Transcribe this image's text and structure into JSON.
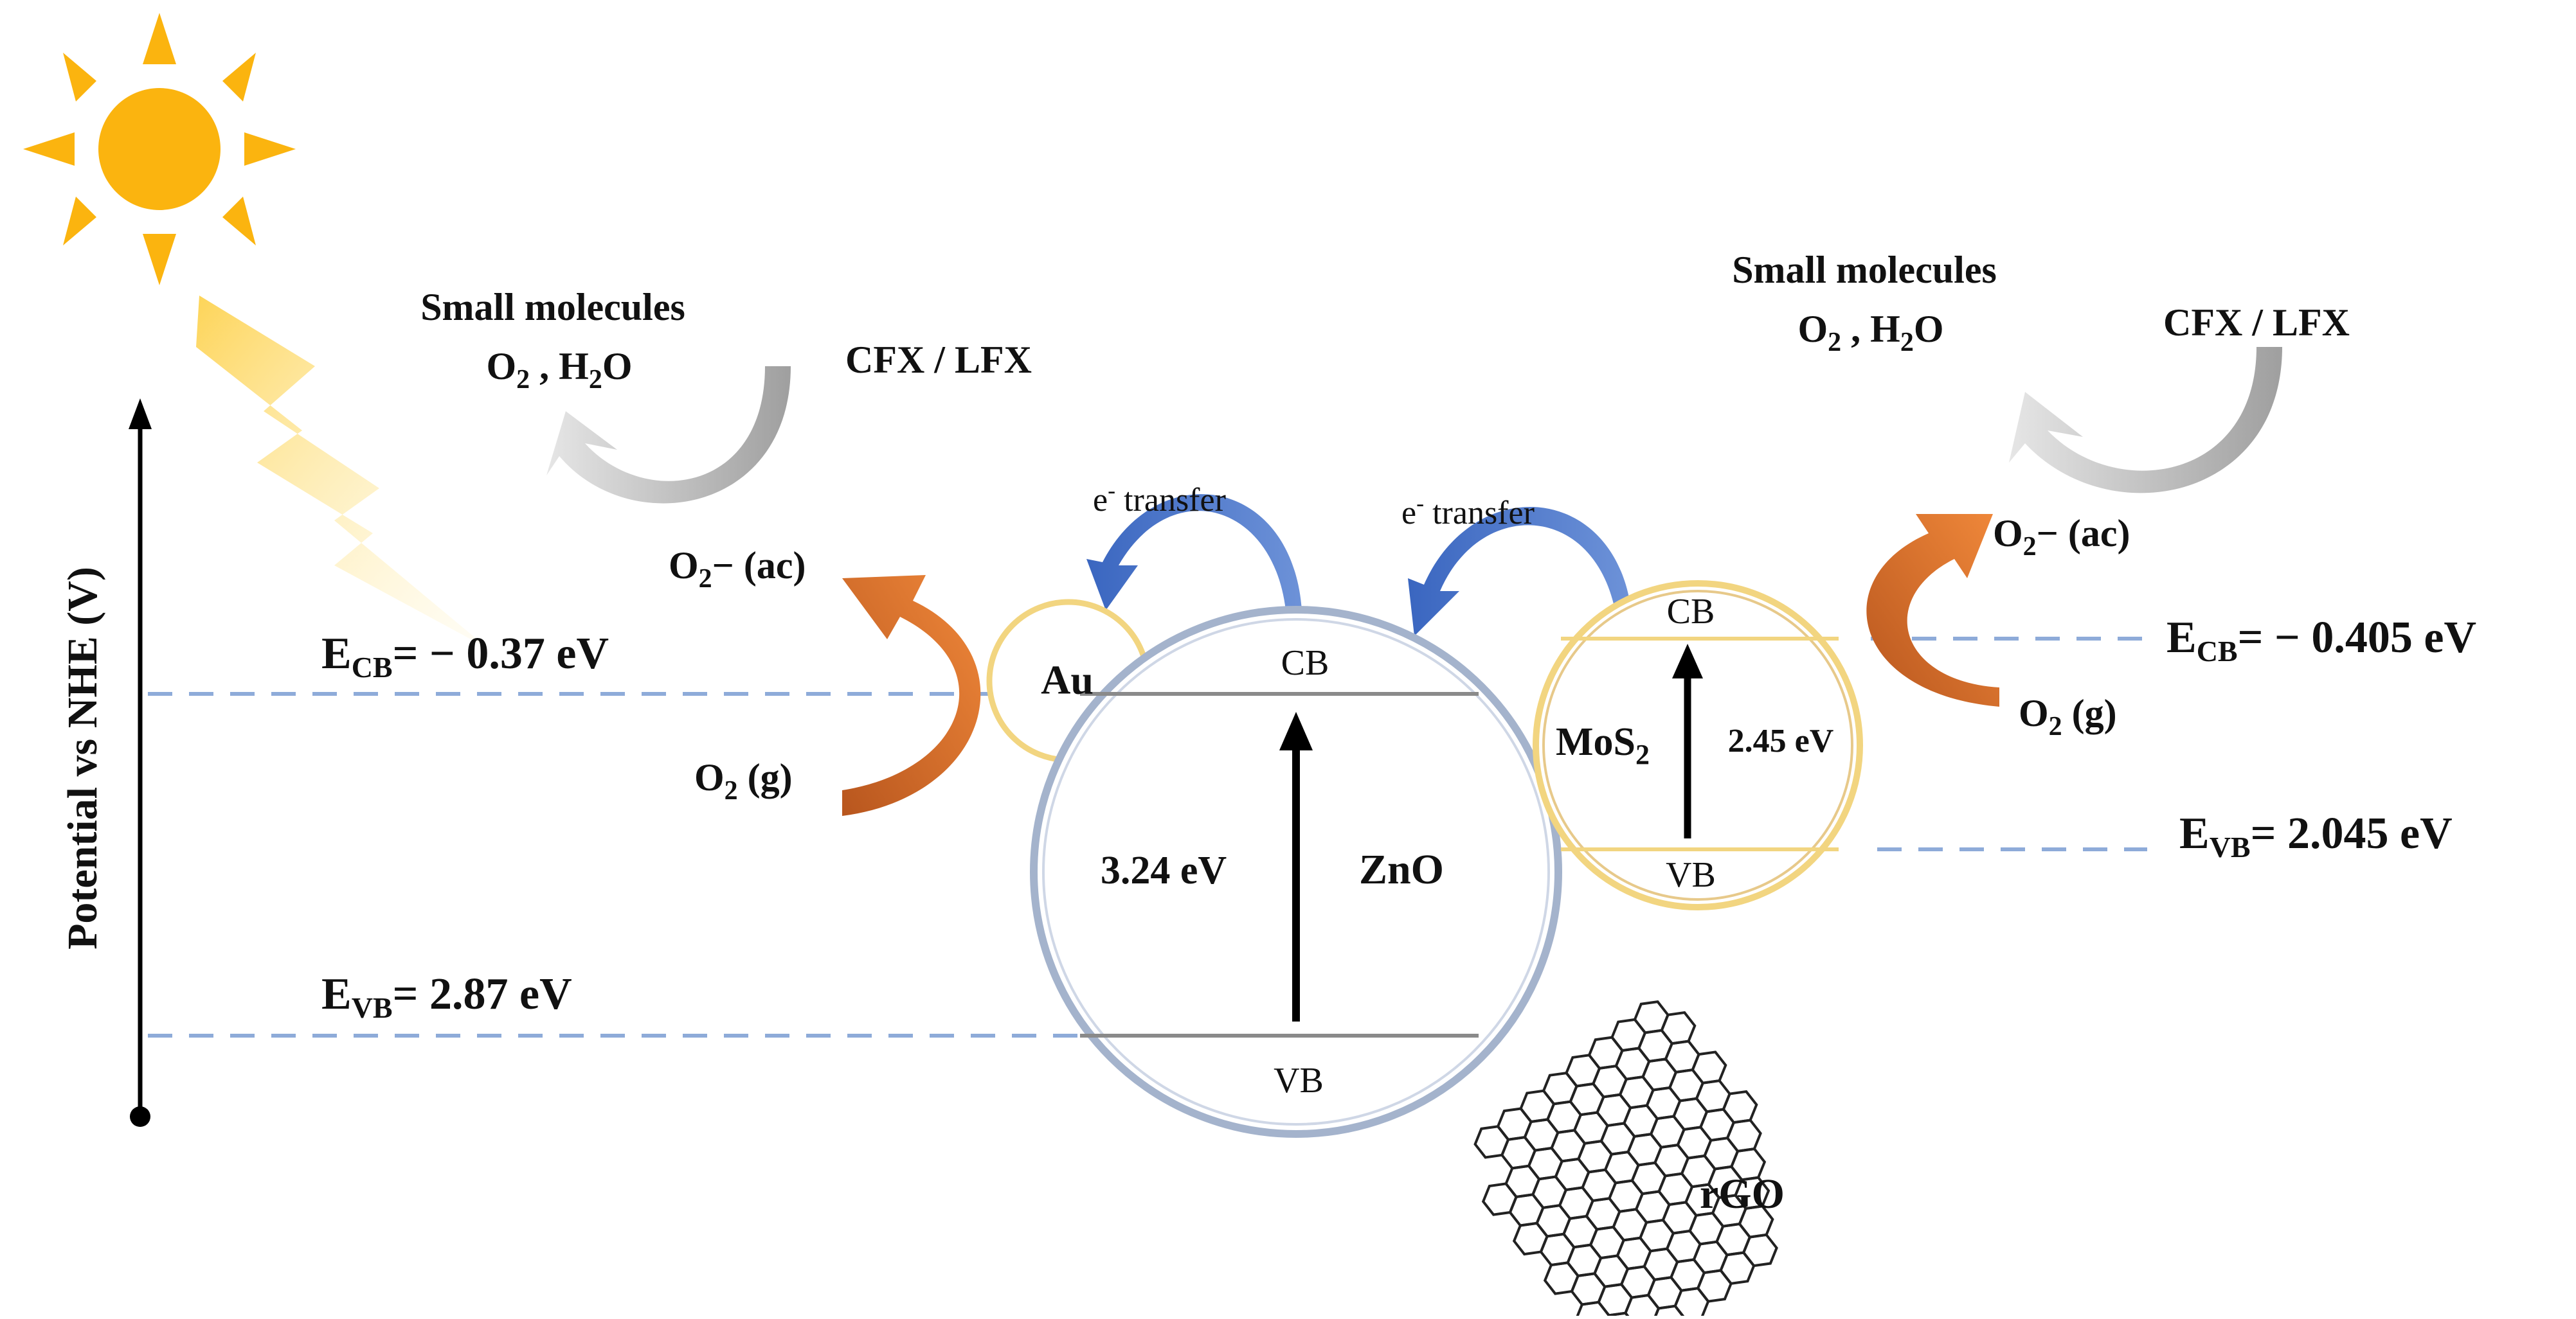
{
  "axis": {
    "label": "Potential vs NHE (V)"
  },
  "left": {
    "small_molecules_label": "Small molecules",
    "products": {
      "a": "O",
      "a_sub": "2",
      "b": " , H",
      "b_sub": "2",
      "c": "O"
    },
    "pollutant": "CFX / LFX",
    "superoxide": {
      "base": "O",
      "sub": "2",
      "rest": "− (ac)"
    },
    "oxygen_gas": {
      "base": "O",
      "sub": "2",
      "rest": " (g)"
    },
    "ecb": {
      "e": "E",
      "sub": "CB",
      "rest": "= − 0.37 eV"
    },
    "evb": {
      "e": "E",
      "sub": "VB",
      "rest": "= 2.87 eV"
    }
  },
  "right": {
    "small_molecules_label": "Small molecules",
    "products": {
      "a": "O",
      "a_sub": "2",
      "b": " , H",
      "b_sub": "2",
      "c": "O"
    },
    "pollutant": "CFX / LFX",
    "superoxide": {
      "base": "O",
      "sub": "2",
      "rest": "− (ac)"
    },
    "oxygen_gas": {
      "base": "O",
      "sub": "2",
      "rest": " (g)"
    },
    "ecb": {
      "e": "E",
      "sub": "CB",
      "rest": "= − 0.405 eV"
    },
    "evb": {
      "e": "E",
      "sub": "VB",
      "rest": "= 2.045 eV"
    }
  },
  "au": {
    "label": "Au"
  },
  "zno": {
    "label": "ZnO",
    "band_gap": "3.24 eV",
    "cb": "CB",
    "vb": "VB"
  },
  "mos2": {
    "label": "MoS",
    "label_sub": "2",
    "band_gap": "2.45 eV",
    "cb": "CB",
    "vb": "VB"
  },
  "transfer_left": {
    "e": "e",
    "sup": "-",
    "rest": " transfer"
  },
  "transfer_right": {
    "e": "e",
    "sup": "-",
    "rest": " transfer"
  },
  "rgo": {
    "label": "rGO"
  },
  "colors": {
    "sun": "#fbb40f",
    "light_beam": "#fdd96a",
    "orange_arrow": "#e07a2c",
    "blue_arrow": "#3f6fc4",
    "grey_arrow": "#b8b8b8",
    "zno_ring": "#a4b3cc",
    "gold_ring": "#f2d580",
    "dashed_line": "#8eabd9"
  }
}
